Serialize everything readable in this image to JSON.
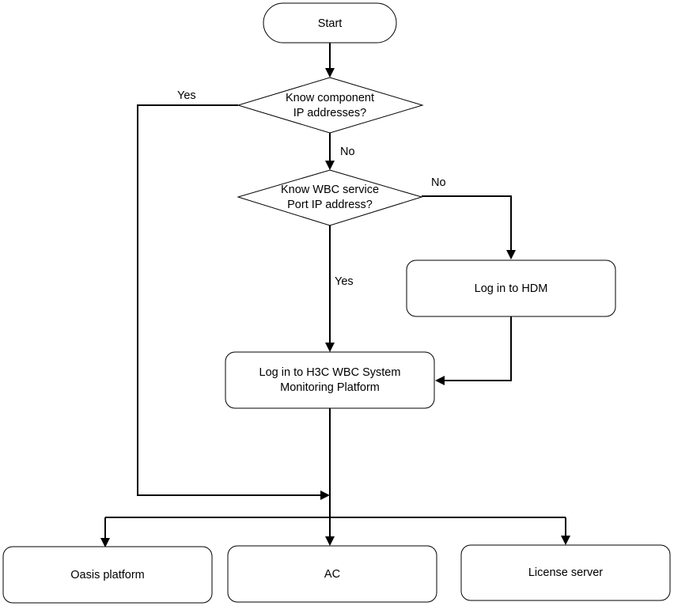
{
  "nodes": {
    "start": {
      "text": "Start"
    },
    "decision_ip": {
      "line1": "Know component",
      "line2": "IP addresses?"
    },
    "decision_wbc": {
      "line1": "Know WBC service",
      "line2": "Port IP address?"
    },
    "login_hdm": {
      "text": "Log in to HDM"
    },
    "login_platform": {
      "line1": "Log in to H3C WBC System",
      "line2": "Monitoring Platform"
    },
    "oasis": {
      "text": "Oasis platform"
    },
    "ac": {
      "text": "AC"
    },
    "license": {
      "text": "License server"
    }
  },
  "edge_labels": {
    "ip_yes": "Yes",
    "ip_no": "No",
    "wbc_no": "No",
    "wbc_yes": "Yes"
  },
  "colors": {
    "stroke": "#000000",
    "fill": "#ffffff"
  }
}
